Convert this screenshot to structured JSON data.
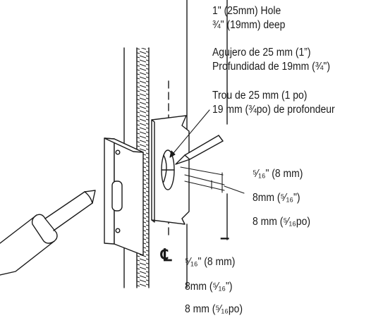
{
  "hole_spec": {
    "en": [
      "1\" (25mm) Hole",
      "¾\" (19mm) deep"
    ],
    "es": [
      "Agujero de 25 mm (1”)",
      "Profundidad de 19mm (¾\")"
    ],
    "fr": [
      "Trou de 25 mm (1 po)",
      "19 mm (¾po) de profondeur"
    ]
  },
  "offset_spec": {
    "en": "⁵⁄₁₆\" (8 mm)",
    "es": "8mm (⁵⁄₁₆\")",
    "fr": "8 mm (⁵⁄₁₆po)"
  },
  "centerline_spec": {
    "symbol": "℄",
    "dash": "–",
    "en": "⁵⁄₁₆\" (8 mm)",
    "es": "8mm (⁵⁄₁₆\")",
    "fr": "8 mm (⁵⁄₁₆po)"
  }
}
